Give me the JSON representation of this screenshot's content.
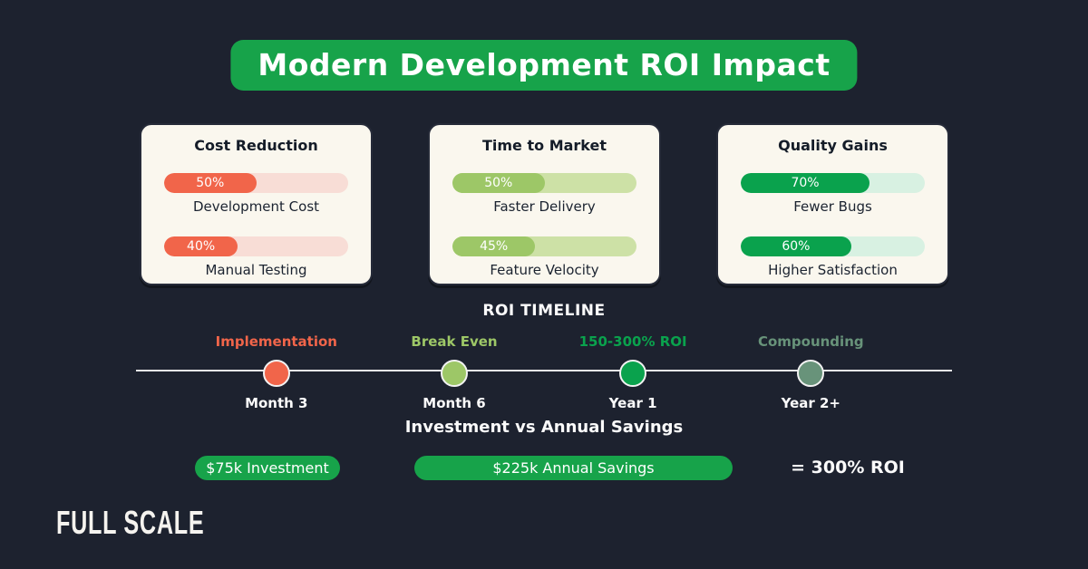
{
  "title": "Modern Development ROI Impact",
  "colors": {
    "background": "#1d222f",
    "green": "#17a34a",
    "card_bg": "#faf7ee",
    "orange": "#f1654a",
    "orange_track": "#f8ddd6",
    "light_green": "#9dc767",
    "light_green_track": "#cde1a6",
    "dark_green": "#0aa24d",
    "dark_green_track": "#d8f1e2",
    "sage": "#68937a"
  },
  "cards": [
    {
      "title": "Cost Reduction",
      "bars": [
        {
          "value": "50%",
          "width": "50%",
          "label": "Development Cost"
        },
        {
          "value": "40%",
          "width": "40%",
          "label": "Manual Testing"
        }
      ]
    },
    {
      "title": "Time to Market",
      "bars": [
        {
          "value": "50%",
          "width": "50%",
          "label": "Faster Delivery"
        },
        {
          "value": "45%",
          "width": "45%",
          "label": "Feature Velocity"
        }
      ]
    },
    {
      "title": "Quality Gains",
      "bars": [
        {
          "value": "70%",
          "width": "70%",
          "label": "Fewer Bugs"
        },
        {
          "value": "60%",
          "width": "60%",
          "label": "Higher Satisfaction"
        }
      ]
    }
  ],
  "timeline": {
    "heading": "ROI TIMELINE",
    "milestones": [
      {
        "label": "Implementation",
        "sub": "Month 3",
        "color": "#f1654a"
      },
      {
        "label": "Break Even",
        "sub": "Month 6",
        "color": "#9dc767"
      },
      {
        "label": "150-300% ROI",
        "sub": "Year 1",
        "color": "#0aa24d"
      },
      {
        "label": "Compounding",
        "sub": "Year 2+",
        "color": "#68937a"
      }
    ]
  },
  "comparison": {
    "heading": "Investment vs Annual Savings",
    "investment": "$75k Investment",
    "savings": "$225k Annual Savings",
    "roi": "= 300% ROI"
  },
  "logo": "FULL SCALE",
  "chart_data": [
    {
      "type": "bar",
      "title": "Cost Reduction",
      "categories": [
        "Development Cost",
        "Manual Testing"
      ],
      "values": [
        50,
        40
      ],
      "unit": "%",
      "xlim": [
        0,
        100
      ],
      "bar_color": "#f1654a"
    },
    {
      "type": "bar",
      "title": "Time to Market",
      "categories": [
        "Faster Delivery",
        "Feature Velocity"
      ],
      "values": [
        50,
        45
      ],
      "unit": "%",
      "xlim": [
        0,
        100
      ],
      "bar_color": "#9dc767"
    },
    {
      "type": "bar",
      "title": "Quality Gains",
      "categories": [
        "Fewer Bugs",
        "Higher Satisfaction"
      ],
      "values": [
        70,
        60
      ],
      "unit": "%",
      "xlim": [
        0,
        100
      ],
      "bar_color": "#0aa24d"
    },
    {
      "type": "line",
      "title": "ROI TIMELINE",
      "x": [
        "Month 3",
        "Month 6",
        "Year 1",
        "Year 2+"
      ],
      "annotations": [
        "Implementation",
        "Break Even",
        "150-300% ROI",
        "Compounding"
      ]
    },
    {
      "type": "bar",
      "title": "Investment vs Annual Savings",
      "categories": [
        "Investment",
        "Annual Savings"
      ],
      "values": [
        75,
        225
      ],
      "unit": "$k",
      "annotation": "= 300% ROI"
    }
  ]
}
